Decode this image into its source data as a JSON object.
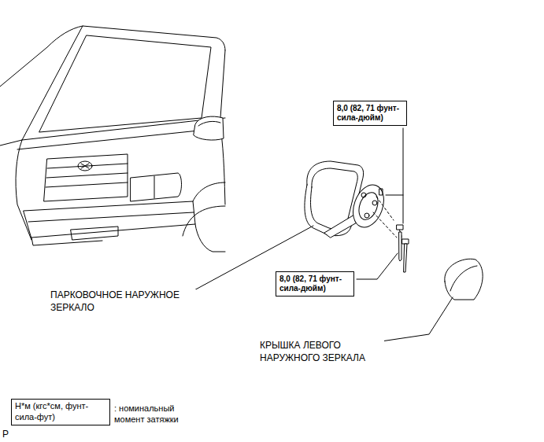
{
  "diagram": {
    "nodes": [
      {
        "text": [
          "8,0 (82, 71 фунт-сила-дюйм)"
        ]
      },
      {
        "text": [
          "8,0 (82, 71 фунт-сила-дюйм)"
        ]
      },
      {
        "text": [
          "Н*м (кгс*см, фунт-сила-фут)"
        ]
      }
    ],
    "labels": [
      "ПАРКОВОЧНОЕ НАРУЖНОЕ ЗЕРКАЛО",
      "КРЫШКА ЛЕВОГО НАРУЖНОГО ЗЕРКАЛА",
      "P"
    ],
    "legend": [
      {
        "text": ": номинальный момент затяжки"
      }
    ]
  }
}
